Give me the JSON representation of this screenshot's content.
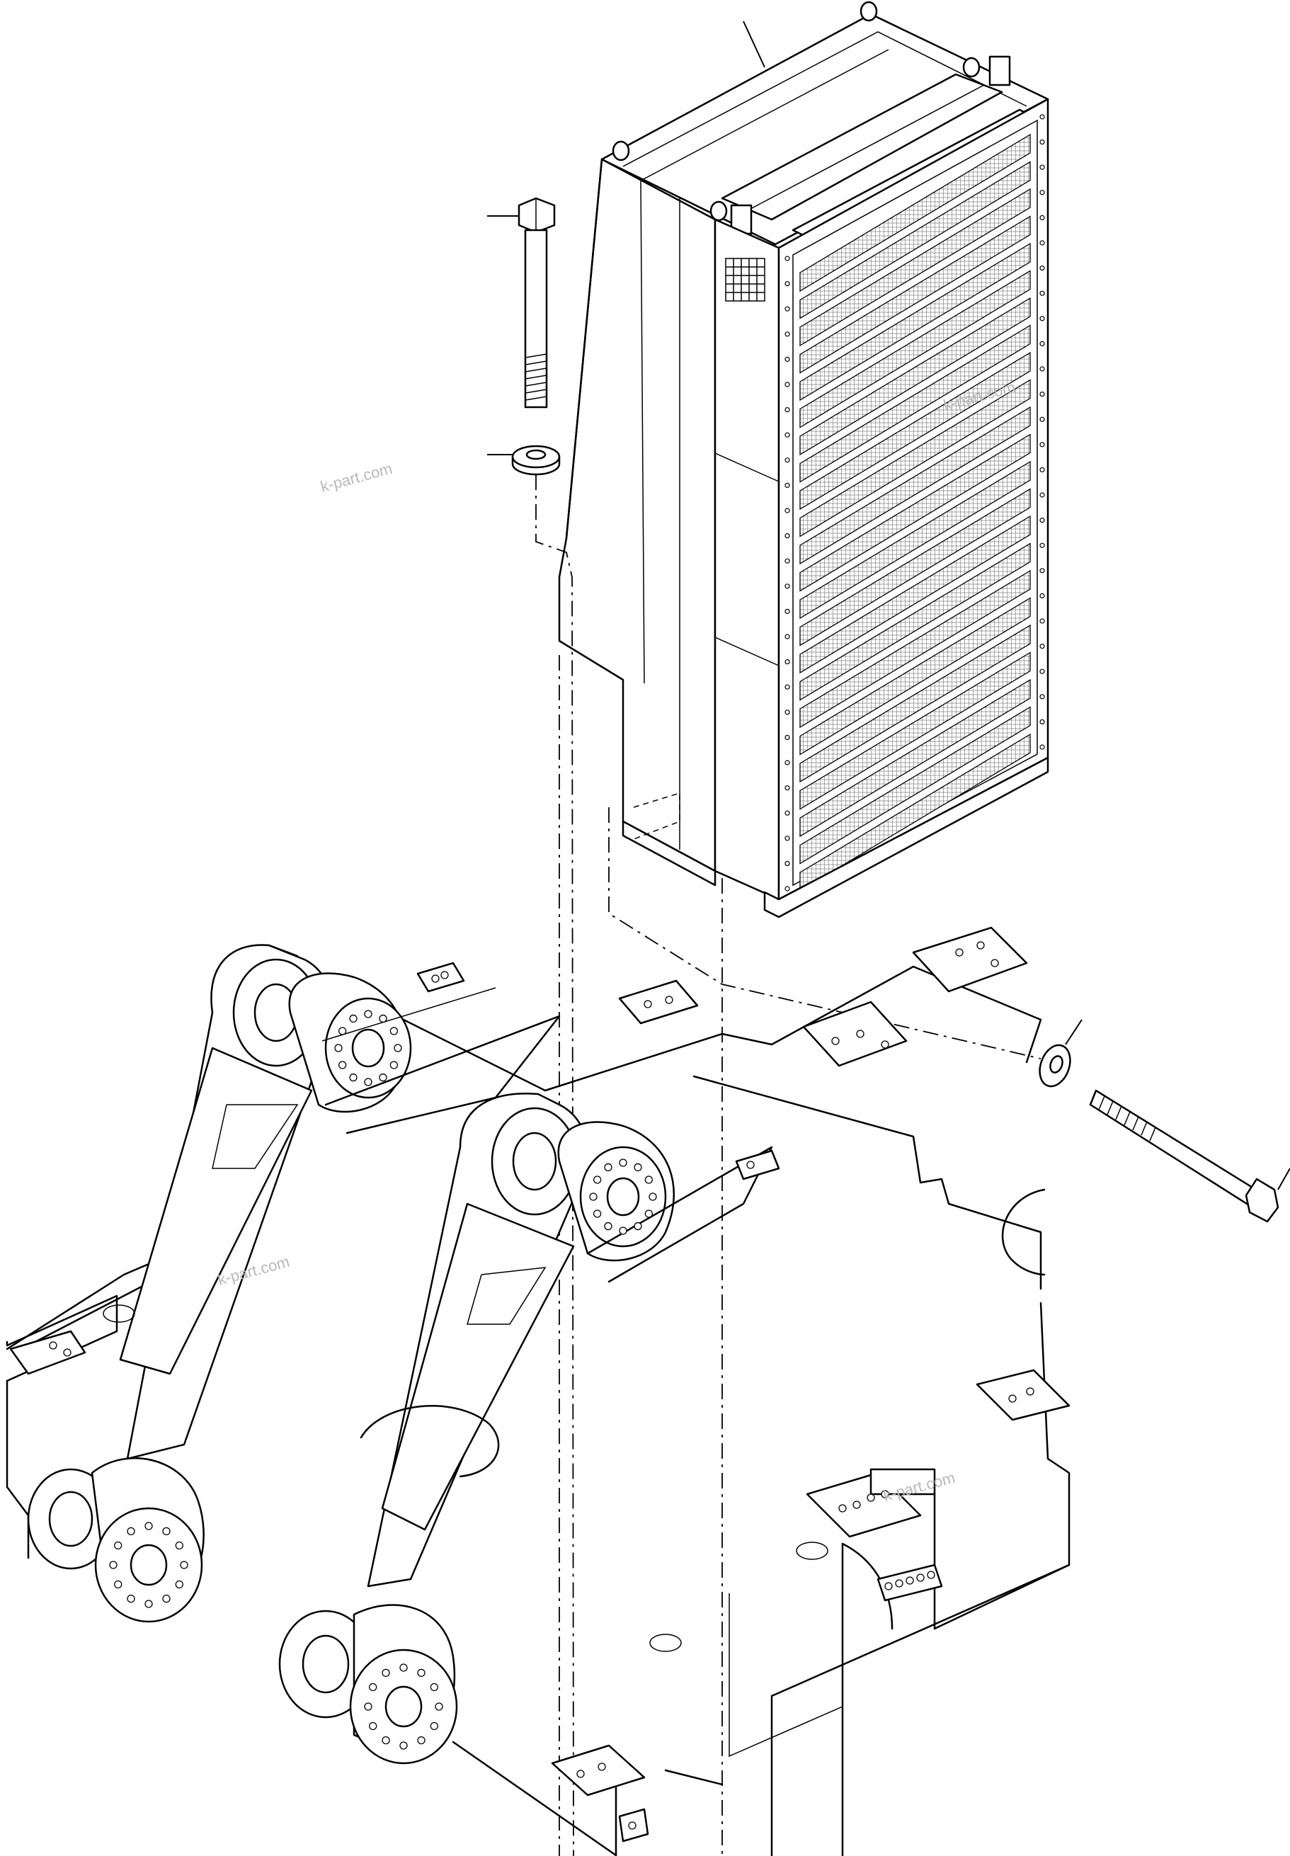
{
  "watermarks": [
    "k-part.com",
    "k-part.com",
    "k-part.com",
    "k-part.com"
  ],
  "colors": {
    "line": "#000000",
    "paper": "#ffffff",
    "watermark": "#b8b8b8"
  },
  "parts": {
    "radiator": "radiator-assembly",
    "bolt_upper": "bolt",
    "washer_upper": "washer",
    "bolt_lower": "bolt",
    "washer_lower": "washer",
    "frame": "revolving-frame"
  }
}
